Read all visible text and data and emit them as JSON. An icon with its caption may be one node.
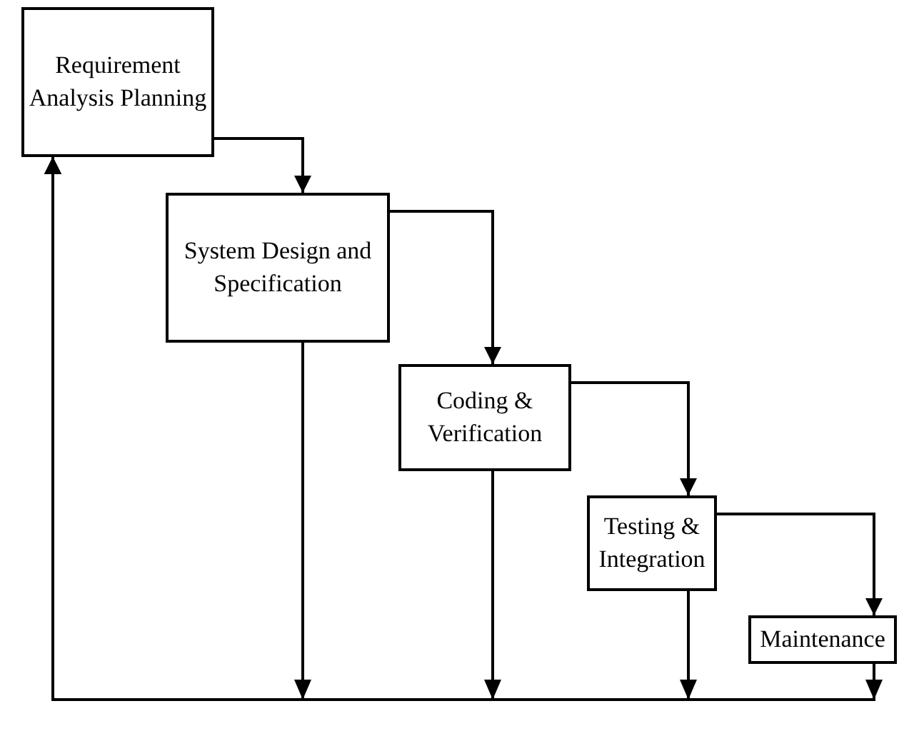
{
  "diagram": {
    "nodes": [
      {
        "text": [
          "Requirement Analysis Planning"
        ]
      },
      {
        "text": [
          "System Design and Specification"
        ]
      },
      {
        "text": [
          "Coding & Verification"
        ]
      },
      {
        "text": [
          "Testing & Integration"
        ]
      },
      {
        "text": [
          "Maintenance"
        ]
      }
    ],
    "edges": [
      {
        "from": 0,
        "to": 1,
        "arrow": "to"
      },
      {
        "from": 1,
        "to": 2,
        "arrow": "to"
      },
      {
        "from": 2,
        "to": 3,
        "arrow": "to"
      },
      {
        "from": 3,
        "to": 4,
        "arrow": "to"
      },
      {
        "from": 1,
        "to": 0,
        "arrow": "to"
      },
      {
        "from": 2,
        "to": 0,
        "arrow": "to"
      },
      {
        "from": 3,
        "to": 0,
        "arrow": "to"
      },
      {
        "from": 4,
        "to": 0,
        "arrow": "to"
      }
    ]
  }
}
